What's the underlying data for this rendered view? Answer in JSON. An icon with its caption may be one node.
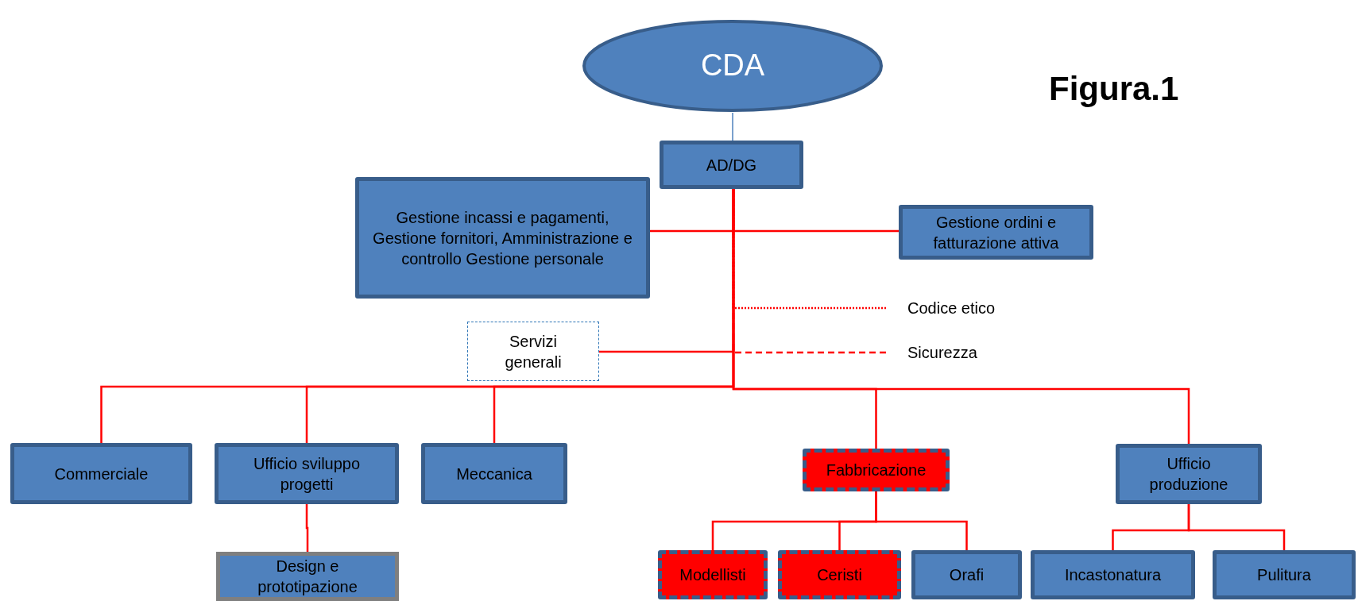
{
  "diagram": {
    "title": "Figura.1",
    "nodes": [
      {
        "text": [
          "CDA"
        ]
      },
      {
        "text": [
          "AD/DG"
        ]
      },
      {
        "text": [
          "Gestione incassi e pagamenti, Gestione fornitori, Amministrazione e controllo Gestione personale"
        ]
      },
      {
        "text": [
          "Gestione ordini e fatturazione  attiva"
        ]
      },
      {
        "text": [
          "Codice etico"
        ]
      },
      {
        "text": [
          "Sicurezza"
        ]
      },
      {
        "text": [
          "Servizi generali"
        ]
      },
      {
        "text": [
          "Commerciale"
        ]
      },
      {
        "text": [
          "Ufficio sviluppo progetti"
        ]
      },
      {
        "text": [
          "Meccanica"
        ]
      },
      {
        "text": [
          "Fabbricazione"
        ]
      },
      {
        "text": [
          "Ufficio produzione"
        ]
      },
      {
        "text": [
          "Design e prototipazione"
        ]
      },
      {
        "text": [
          "Modellisti"
        ]
      },
      {
        "text": [
          "Ceristi"
        ]
      },
      {
        "text": [
          "Orafi"
        ]
      },
      {
        "text": [
          "Incastonatura"
        ]
      },
      {
        "text": [
          "Pulitura"
        ]
      }
    ],
    "edges": [
      {
        "from": 0,
        "to": 1,
        "arrow": "none",
        "color": "#4f81bd"
      },
      {
        "from": 1,
        "to": 2,
        "arrow": "none"
      },
      {
        "from": 1,
        "to": 3,
        "arrow": "none"
      },
      {
        "from": 1,
        "to": 4,
        "arrow": "none",
        "style": "dashed"
      },
      {
        "from": 1,
        "to": 6,
        "arrow": "none"
      },
      {
        "from": 1,
        "to": 5,
        "arrow": "none",
        "style": "dashed"
      },
      {
        "from": 1,
        "to": 7,
        "arrow": "none"
      },
      {
        "from": 1,
        "to": 8,
        "arrow": "none"
      },
      {
        "from": 1,
        "to": 9,
        "arrow": "none"
      },
      {
        "from": 1,
        "to": 10,
        "arrow": "none"
      },
      {
        "from": 1,
        "to": 11,
        "arrow": "none"
      },
      {
        "from": 8,
        "to": 12,
        "arrow": "none"
      },
      {
        "from": 10,
        "to": 13,
        "arrow": "none"
      },
      {
        "from": 10,
        "to": 14,
        "arrow": "none"
      },
      {
        "from": 10,
        "to": 15,
        "arrow": "none"
      },
      {
        "from": 11,
        "to": 16,
        "arrow": "none"
      },
      {
        "from": 11,
        "to": 17,
        "arrow": "none"
      }
    ]
  }
}
